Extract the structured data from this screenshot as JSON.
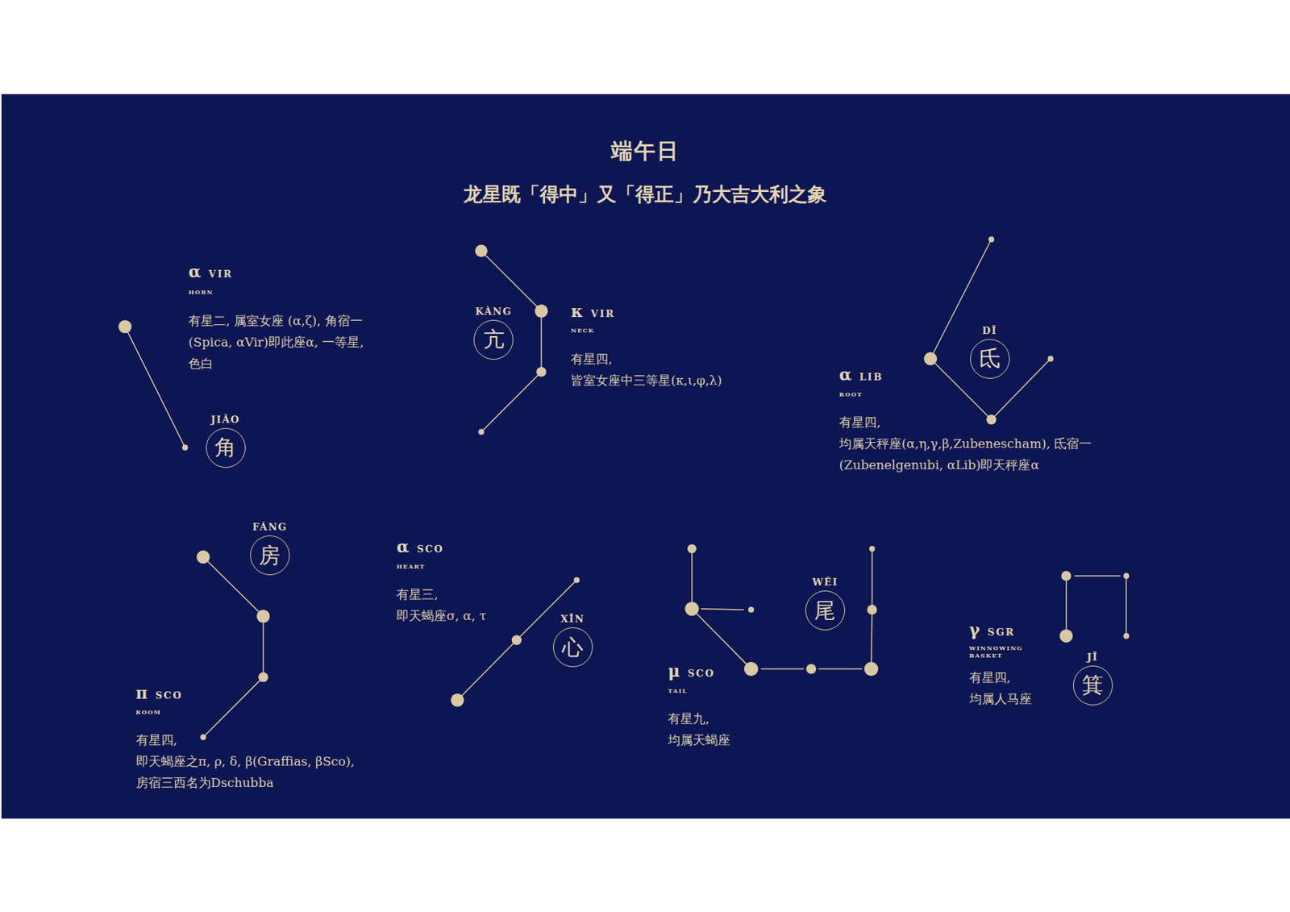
{
  "diagram": {
    "title": "端午日",
    "nodes": [
      {
        "text": [
          "JIǍO",
          "角"
        ]
      },
      {
        "text": [
          "KÀNG",
          "亢"
        ]
      },
      {
        "text": [
          "DǏ",
          "氐"
        ]
      },
      {
        "text": [
          "FÁNG",
          "房"
        ]
      },
      {
        "text": [
          "XĪN",
          "心"
        ]
      },
      {
        "text": [
          "WĚI",
          "尾"
        ]
      },
      {
        "text": [
          "JĪ",
          "箕"
        ]
      }
    ],
    "labels": [
      "龙星既「得中」又「得正」乃大吉大利之象",
      "α VIR",
      "HORN",
      "有星二, 属室女座 (α,ζ), 角宿一(Spica, αVir)即此座α, 一等星, 色白",
      "κ VIR",
      "NECK",
      "有星四, 皆室女座中三等星(κ,ι,φ,λ)",
      "α LIB",
      "ROOT",
      "有星四, 均属天秤座(α,η,γ,β,Zubenescham), 氐宿一(Zubenelgenubi, αLib)即天秤座α",
      "π SCO",
      "ROOM",
      "有星四, 即天蝎座之π, ρ, δ, β(Graffias, βSco), 房宿三西名为Dschubba",
      "α SCO",
      "HEART",
      "有星三, 即天蝎座σ, α, τ",
      "μ SCO",
      "TAIL",
      "有星九, 均属天蝎座",
      "γ SGR",
      "WINNOWING BASKET",
      "有星四, 均属人马座"
    ]
  }
}
